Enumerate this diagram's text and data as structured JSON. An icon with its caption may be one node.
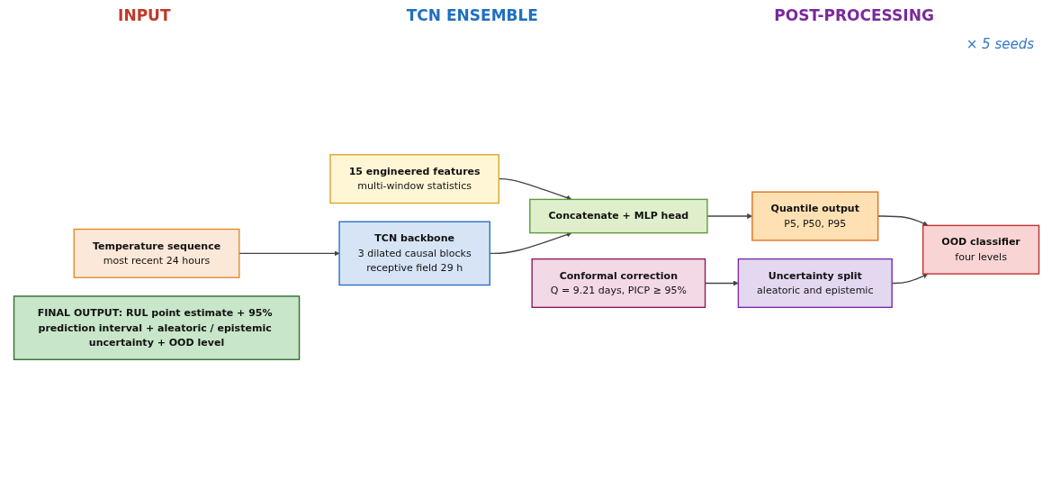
{
  "diagram": {
    "nodes": [
      {
        "text": [
          "Temperature sequence",
          "most recent 24 hours"
        ]
      },
      {
        "text": [
          "15 engineered features",
          "multi-window statistics"
        ]
      },
      {
        "text": [
          "TCN backbone",
          "3 dilated causal blocks",
          "receptive field 29 h"
        ]
      },
      {
        "text": [
          "Concatenate + MLP head"
        ]
      },
      {
        "text": [
          "Quantile output",
          "P5, P50, P95"
        ]
      },
      {
        "text": [
          "Conformal correction",
          "Q = 9.21 days, PICP ≥ 95%"
        ]
      },
      {
        "text": [
          "Uncertainty split",
          "aleatoric and epistemic"
        ]
      },
      {
        "text": [
          "OOD classifier",
          "four levels"
        ]
      },
      {
        "text": [
          "FINAL OUTPUT: RUL point estimate + 95% prediction interval + aleatoric / epistemic uncertainty + OOD level"
        ]
      }
    ],
    "edges": [
      {
        "from": 0,
        "to": 2,
        "arrow": "to"
      },
      {
        "from": 1,
        "to": 3,
        "arrow": "to"
      },
      {
        "from": 2,
        "to": 3,
        "arrow": "to"
      },
      {
        "from": 3,
        "to": 4,
        "arrow": "to"
      },
      {
        "from": 4,
        "to": 7,
        "arrow": "to"
      },
      {
        "from": 5,
        "to": 6,
        "arrow": "to"
      },
      {
        "from": 6,
        "to": 7,
        "arrow": "to"
      }
    ],
    "labels": [
      "INPUT",
      "TCN ENSEMBLE",
      "POST-PROCESSING",
      "× 5 seeds"
    ]
  }
}
